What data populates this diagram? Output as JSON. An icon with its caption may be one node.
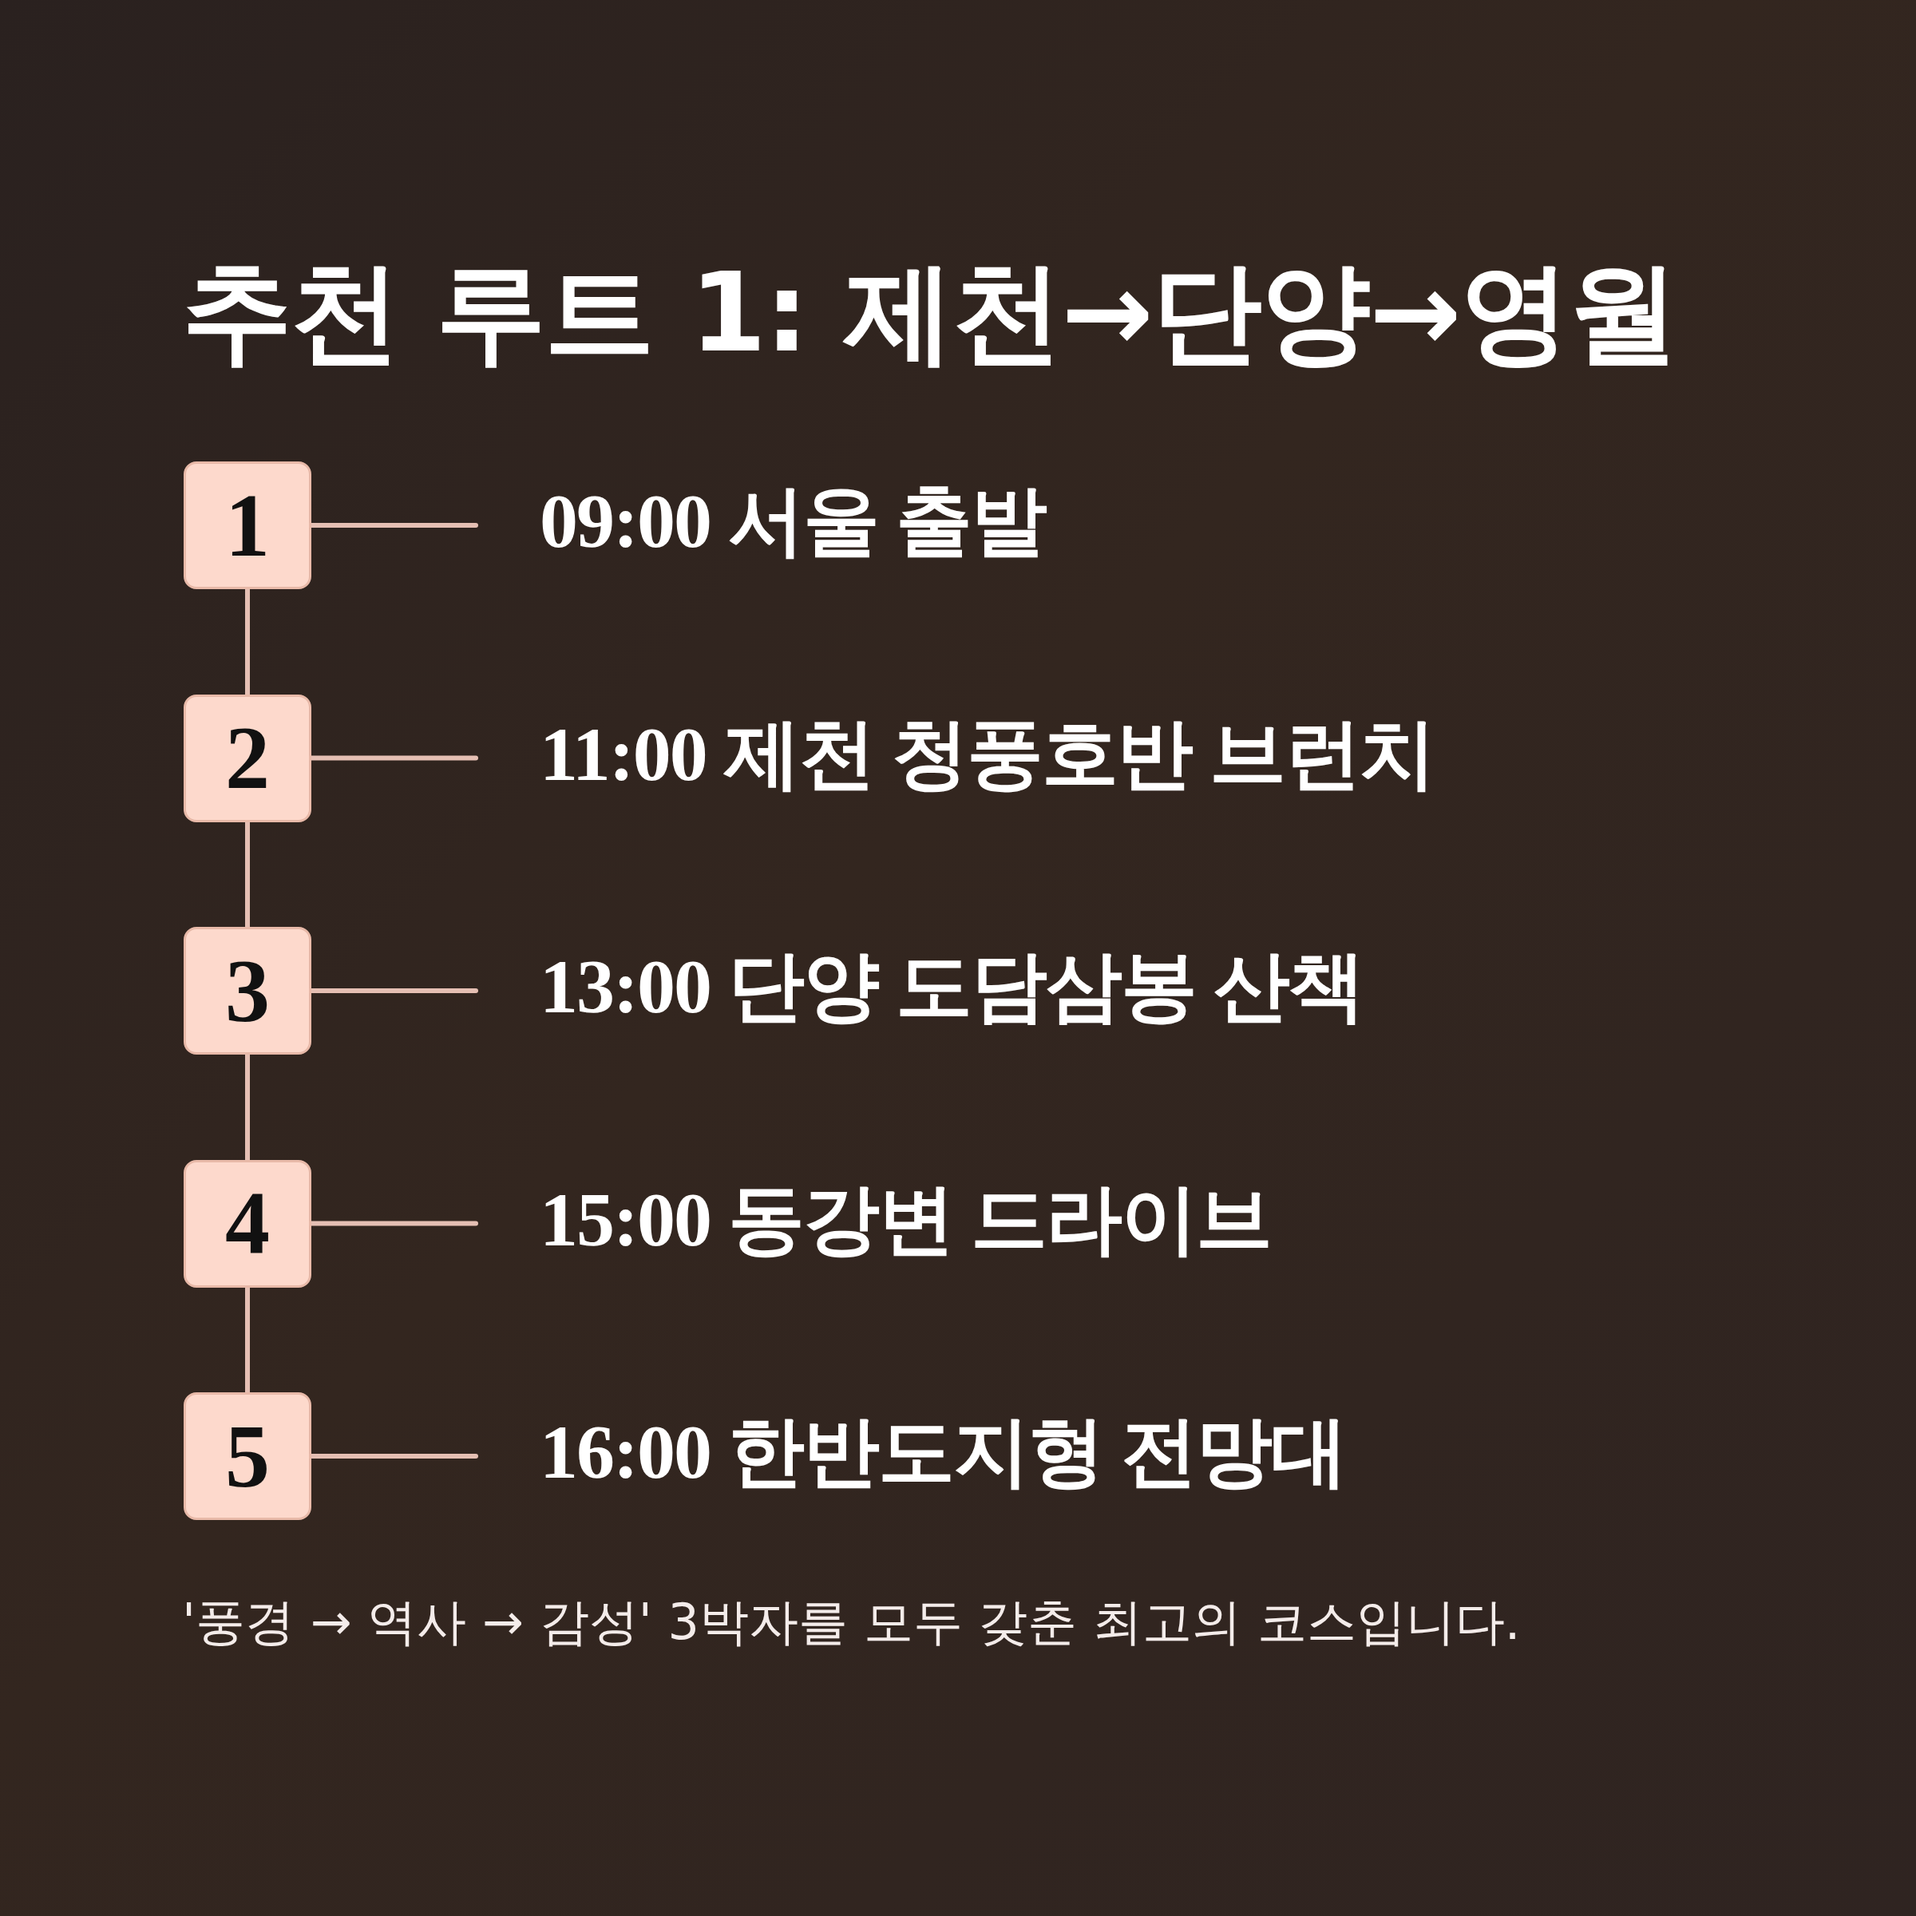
{
  "diagram": {
    "title": "추천 루트 1: 제천→단양→영월",
    "caption": "'풍경 → 역사 → 감성' 3박자를 모두 갖춘 최고의 코스입니다.",
    "nodes": [
      {
        "text": [
          "1"
        ]
      },
      {
        "text": [
          "09:00 서울 출발"
        ]
      },
      {
        "text": [
          "2"
        ]
      },
      {
        "text": [
          "11:00 제천 청풍호반 브런치"
        ]
      },
      {
        "text": [
          "3"
        ]
      },
      {
        "text": [
          "13:00 단양 도담삼봉 산책"
        ]
      },
      {
        "text": [
          "4"
        ]
      },
      {
        "text": [
          "15:00 동강변 드라이브"
        ]
      },
      {
        "text": [
          "5"
        ]
      },
      {
        "text": [
          "16:00 한반도지형 전망대"
        ]
      }
    ],
    "edges": [
      {
        "from": 0,
        "to": 1,
        "arrow": "none"
      },
      {
        "from": 2,
        "to": 3,
        "arrow": "none"
      },
      {
        "from": 4,
        "to": 5,
        "arrow": "none"
      },
      {
        "from": 6,
        "to": 7,
        "arrow": "none"
      },
      {
        "from": 8,
        "to": 9,
        "arrow": "none"
      },
      {
        "from": 0,
        "to": 2,
        "arrow": "none"
      },
      {
        "from": 2,
        "to": 4,
        "arrow": "none"
      },
      {
        "from": 4,
        "to": 6,
        "arrow": "none"
      },
      {
        "from": 6,
        "to": 8,
        "arrow": "none"
      }
    ]
  }
}
